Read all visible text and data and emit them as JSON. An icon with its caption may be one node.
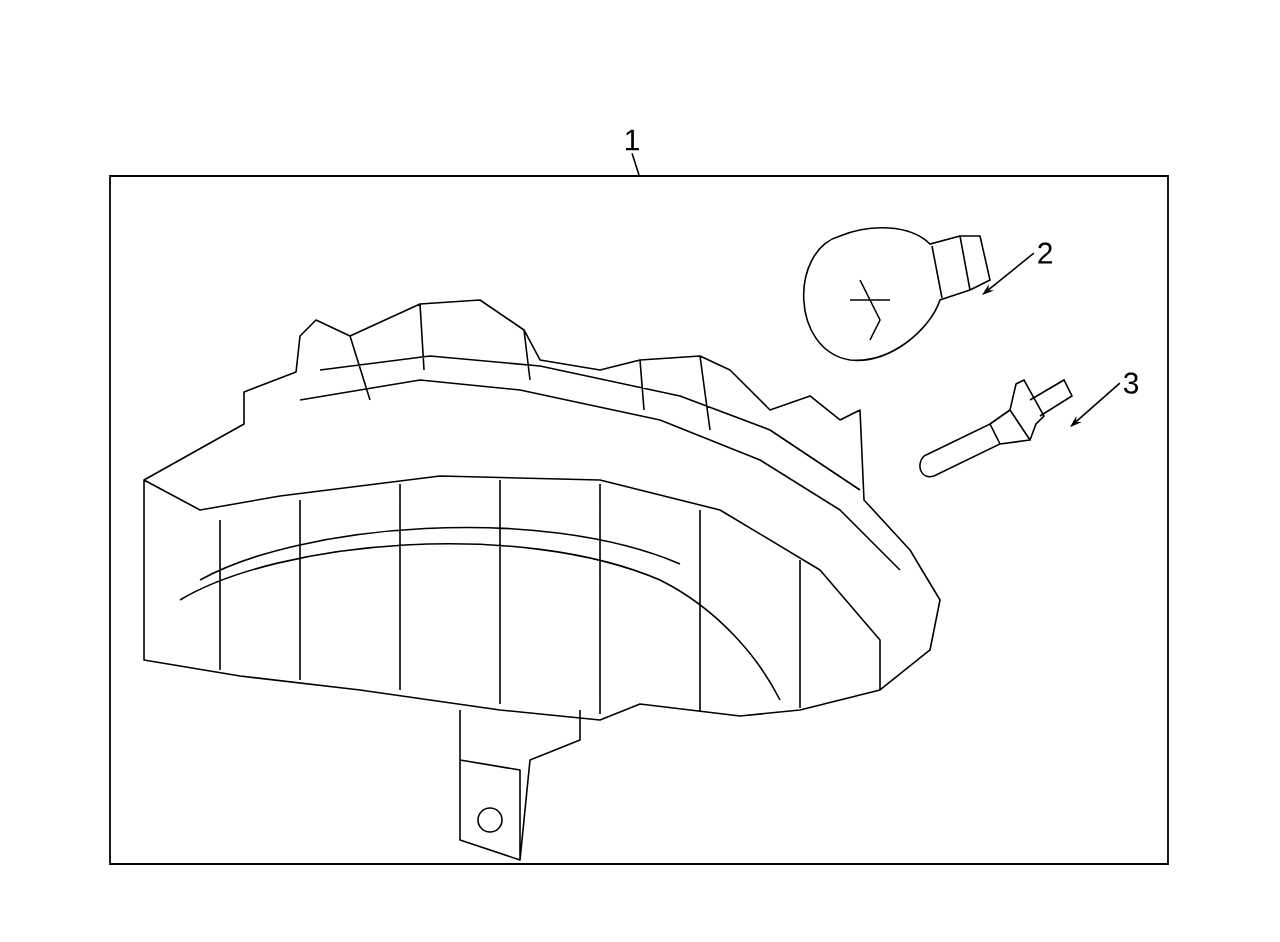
{
  "diagram": {
    "nodes": [
      {
        "text": [
          "1"
        ]
      },
      {
        "text": [],
        "shape": "box"
      },
      {
        "text": [
          "2"
        ],
        "in": 1
      },
      {
        "text": [],
        "shape": "picture",
        "in": 1
      },
      {
        "text": [
          "3"
        ],
        "in": 1
      },
      {
        "text": [],
        "shape": "picture",
        "in": 1
      }
    ],
    "edges": [
      {
        "from": 0,
        "to": 1,
        "arrow": "none"
      },
      {
        "from": 2,
        "to": 3,
        "arrow": "to"
      },
      {
        "from": 4,
        "to": 5,
        "arrow": "to"
      }
    ]
  }
}
